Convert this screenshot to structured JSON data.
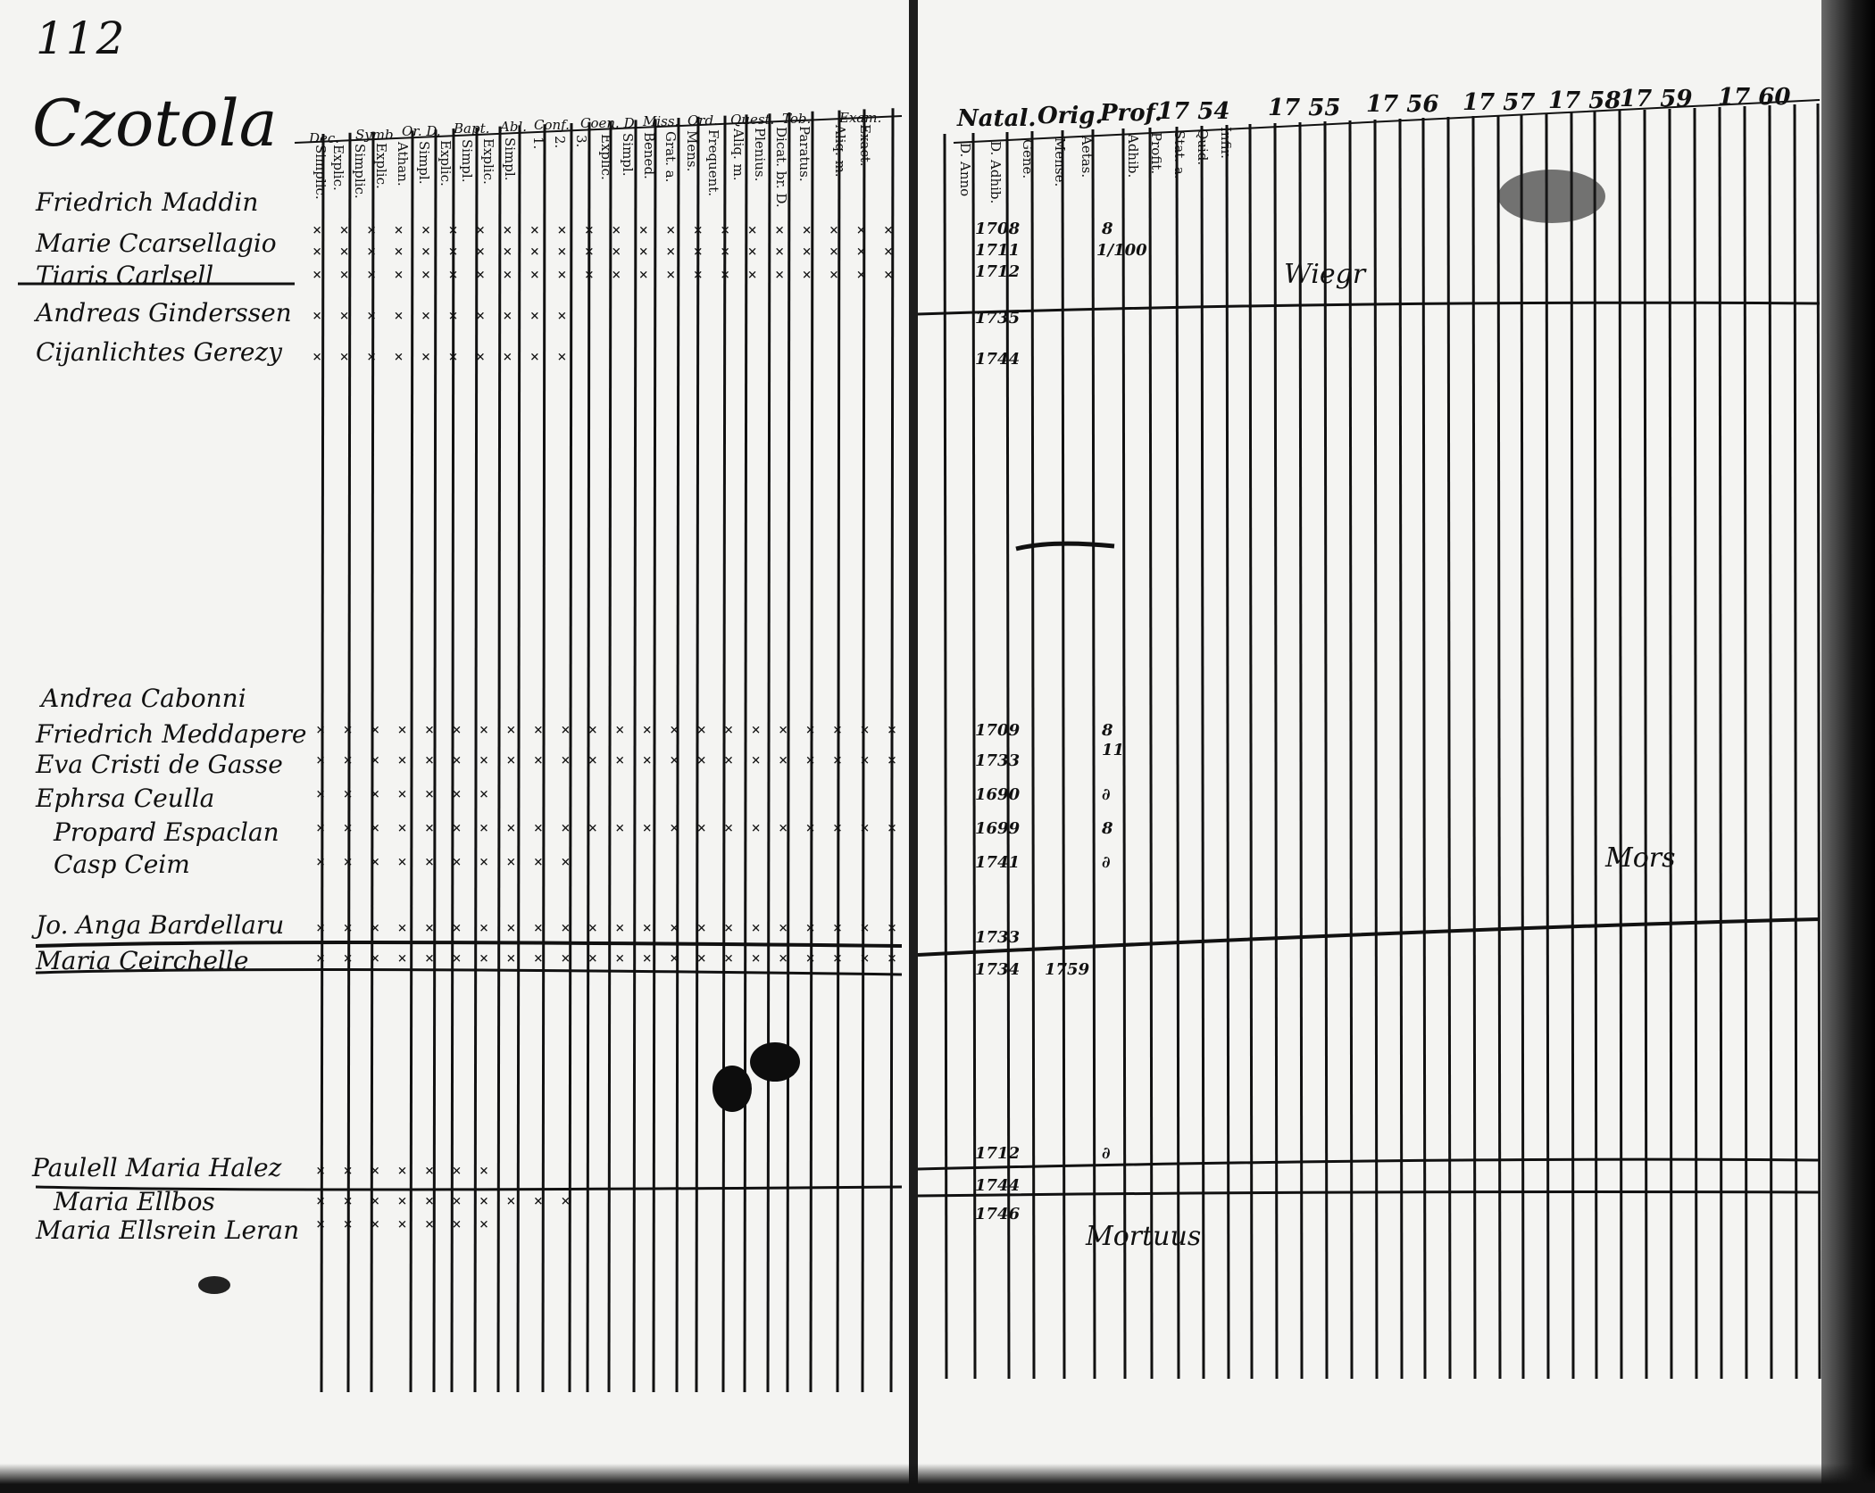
{
  "folio": "112",
  "parish": "Czotola",
  "left_headers": [
    "Dec.",
    "Symb.",
    "Or. D.",
    "Bapt.",
    "Abl.",
    "Conf.",
    "Coen. D.",
    "Miss.",
    "Ord.",
    "Quest.",
    "Tob.",
    "Exam."
  ],
  "left_subheads": [
    "Simplic.",
    "Explic.",
    "Simplic.",
    "Explic.",
    "Athan.",
    "Simpl.",
    "Explic.",
    "Simpl.",
    "Explic.",
    "Simpl.",
    "1.",
    "2.",
    "3.",
    "Explic.",
    "Simpl.",
    "Bened.",
    "Grat. a.",
    "Mens.",
    "Frequent.",
    "Aliq. m.",
    "Plenius.",
    "Dicat. br. D.",
    "Paratus.",
    "Aliq. m.",
    "Exact."
  ],
  "right_headers": [
    "Natal.",
    "Orig.",
    "Prof.",
    "17 54",
    "17 55",
    "17 56",
    "17 57",
    "17 58",
    "17 59",
    "17 60"
  ],
  "right_subheads": [
    "D. Anno",
    "D. Adhib.",
    "Gene.",
    "Mense.",
    "Aetas.",
    "Adhib.",
    "Profit.",
    "Stat. a.",
    "Quid.",
    "Infir."
  ],
  "households": [
    {
      "names": [
        "Friedrich Maddin",
        "Marie Ccarsellagio",
        "Tiaris Carlsell",
        "Andreas Ginderssen",
        "Cijanlichtes Gerezy"
      ],
      "births": [
        "1708",
        "1711",
        "1712",
        "1735",
        "1744"
      ],
      "note": "Wiegr"
    },
    {
      "names": [
        "Andrea Cabonni",
        "Friedrich Meddapere",
        "Eva Cristi de Gasse",
        "Ephrsa Ceulla",
        "Propard Espaclan",
        "Casp Ceim",
        "Jo. Anga Bardellaru",
        "Maria Ceirchelle"
      ],
      "births": [
        "1709",
        "1733",
        "1690",
        "1699",
        "1741",
        "1733",
        "1734",
        "1759"
      ],
      "note": "Mors"
    },
    {
      "names": [
        "Paulell Maria Halez",
        "Maria Ellbos",
        "Maria Ellsrein Leran"
      ],
      "births": [
        "1712",
        "1744",
        "1746"
      ],
      "note": "Mortuus"
    }
  ],
  "marks": {
    "full": "× × × × × × × × × × × × × × × × × × × × × × ×",
    "partial": "× × × ×  × × × × × ×",
    "sparse": "×  ×  ×  ×  × × ×"
  },
  "cell_digits": [
    "8",
    "1/100",
    "8",
    "11",
    "∂",
    "8",
    "∂",
    "∂"
  ]
}
